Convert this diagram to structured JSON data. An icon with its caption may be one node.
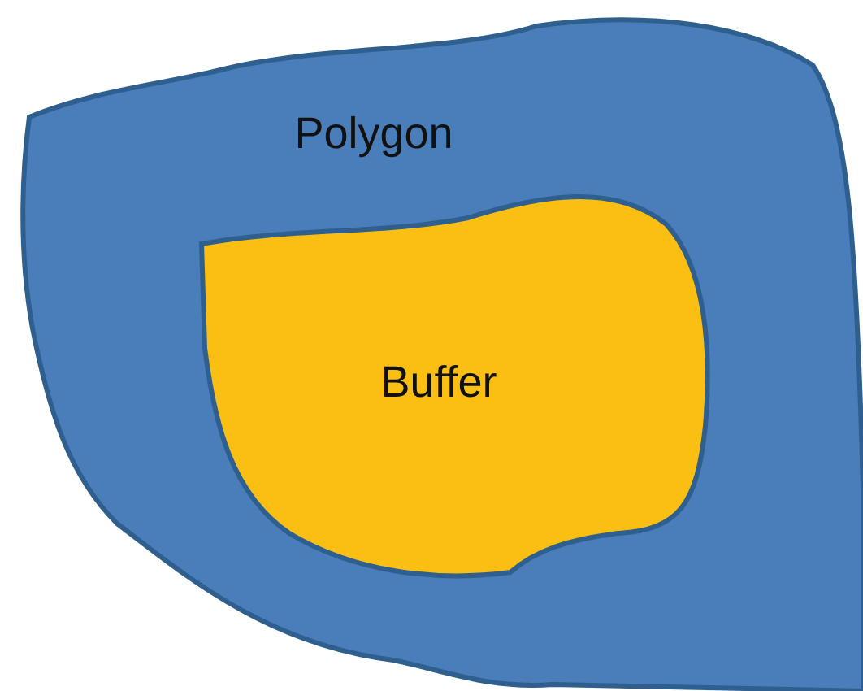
{
  "diagram": {
    "nodes": [
      {
        "text": [
          "Polygon"
        ]
      },
      {
        "text": [
          "Buffer"
        ],
        "in": 0
      }
    ]
  }
}
